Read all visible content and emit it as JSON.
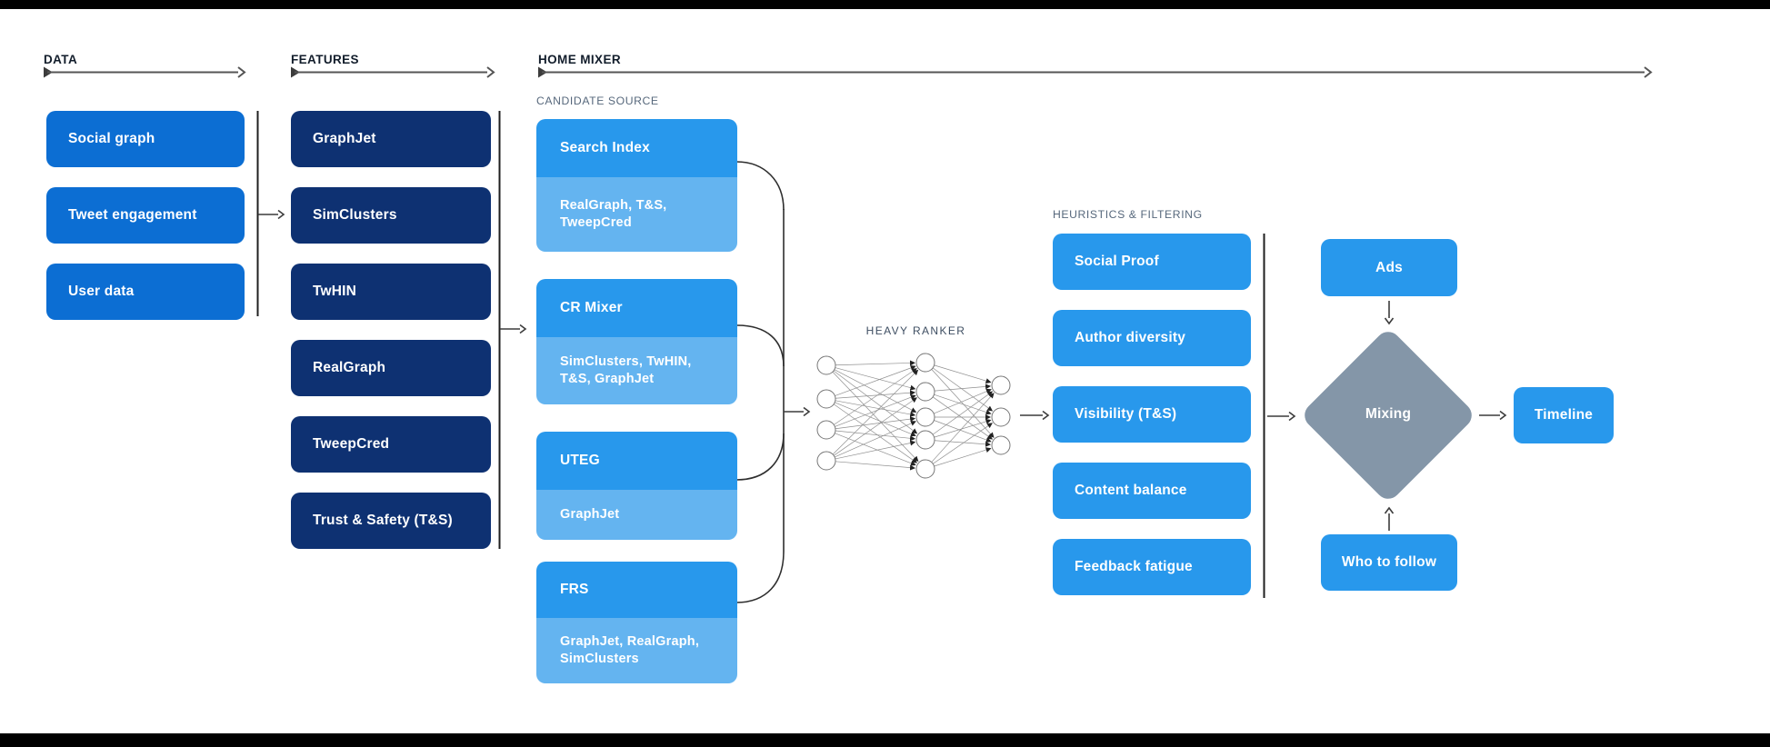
{
  "data_col": {
    "title": "DATA",
    "items": [
      "Social graph",
      "Tweet engagement",
      "User data"
    ]
  },
  "features_col": {
    "title": "FEATURES",
    "items": [
      "GraphJet",
      "SimClusters",
      "TwHIN",
      "RealGraph",
      "TweepCred",
      "Trust & Safety (T&S)"
    ]
  },
  "home_mixer": {
    "title": "HOME MIXER",
    "candidate_source": {
      "title": "CANDIDATE SOURCE",
      "groups": [
        {
          "name": "Search Index",
          "inputs": "RealGraph, T&S,\nTweepCred"
        },
        {
          "name": "CR Mixer",
          "inputs": "SimClusters, TwHIN,\nT&S, GraphJet"
        },
        {
          "name": "UTEG",
          "inputs": "GraphJet"
        },
        {
          "name": "FRS",
          "inputs": "GraphJet, RealGraph,\nSimClusters"
        }
      ]
    },
    "heavy_ranker": {
      "title": "HEAVY RANKER"
    },
    "heuristics": {
      "title": "HEURISTICS & FILTERING",
      "items": [
        "Social Proof",
        "Author diversity",
        "Visibility (T&S)",
        "Content balance",
        "Feedback fatigue"
      ]
    },
    "mixing_stage": {
      "ads": "Ads",
      "mixing": "Mixing",
      "who_to_follow": "Who to follow",
      "timeline": "Timeline"
    }
  },
  "colors": {
    "primary_blue": "#0C6ED3",
    "navy": "#0E3172",
    "bright_blue": "#2898EC",
    "light_blue": "#64B4F0",
    "slate_gray": "#8496A8"
  }
}
